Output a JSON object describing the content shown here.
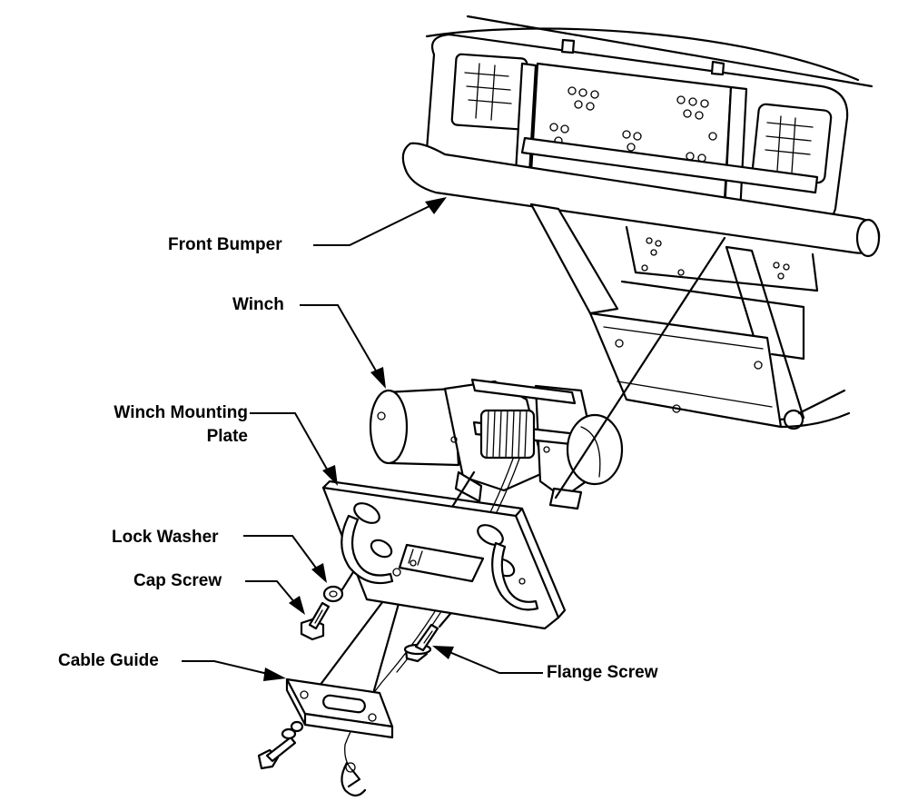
{
  "labels": {
    "front_bumper": "Front Bumper",
    "winch": "Winch",
    "winch_mounting_plate_line1": "Winch Mounting",
    "winch_mounting_plate_line2": "Plate",
    "lock_washer": "Lock Washer",
    "cap_screw": "Cap Screw",
    "cable_guide": "Cable Guide",
    "flange_screw": "Flange Screw"
  },
  "colors": {
    "ink": "#000000",
    "paper": "#ffffff"
  }
}
